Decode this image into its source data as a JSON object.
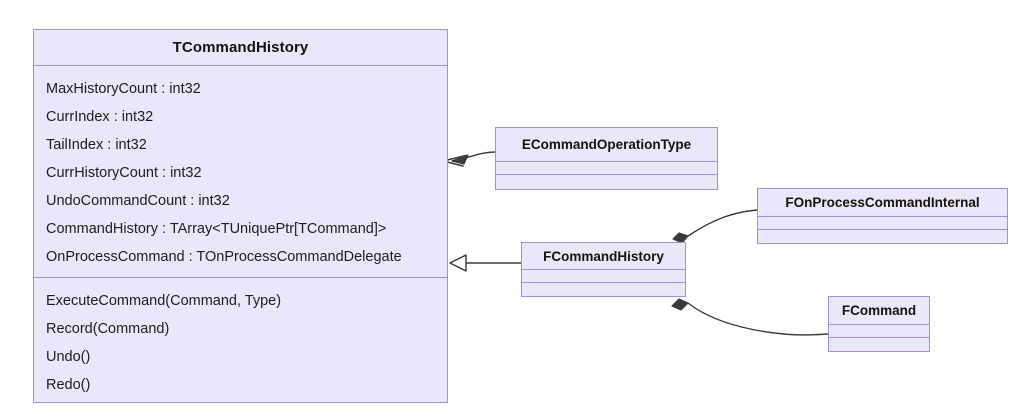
{
  "diagram": {
    "type": "uml-class-diagram",
    "background": "#ffffff",
    "box_fill": "#e9e8fa",
    "box_border": "#a78bdd",
    "connector_color": "#3a3a3a",
    "classes": [
      {
        "id": "tcommandhistory",
        "name": "TCommandHistory",
        "attributes": [
          "MaxHistoryCount : int32",
          "CurrIndex : int32",
          "TailIndex : int32",
          "CurrHistoryCount : int32",
          "UndoCommandCount : int32",
          "CommandHistory : TArray<TUniquePtr[TCommand]>",
          "OnProcessCommand : TOnProcessCommandDelegate"
        ],
        "methods": [
          "ExecuteCommand(Command, Type)",
          "Record(Command)",
          "Undo()",
          "Redo()"
        ]
      },
      {
        "id": "ecommandoperationtype",
        "name": "ECommandOperationType",
        "attributes": [],
        "methods": []
      },
      {
        "id": "fcommandhistory",
        "name": "FCommandHistory",
        "attributes": [],
        "methods": []
      },
      {
        "id": "fonprocesscommandinternal",
        "name": "FOnProcessCommandInternal",
        "attributes": [],
        "methods": []
      },
      {
        "id": "fcommand",
        "name": "FCommand",
        "attributes": [],
        "methods": []
      }
    ],
    "connectors": [
      {
        "id": "dependency-ecommandoperationtype-to-tcommandhistory",
        "from": "ecommandoperationtype",
        "to": "tcommandhistory",
        "kind": "dependency",
        "end_marker": "open-arrow"
      },
      {
        "id": "generalization-fcommandhistory-to-tcommandhistory",
        "from": "fcommandhistory",
        "to": "tcommandhistory",
        "kind": "generalization",
        "end_marker": "hollow-triangle"
      },
      {
        "id": "composition-fcommandhistory-to-fonprocesscommandinternal",
        "from": "fcommandhistory",
        "to": "fonprocesscommandinternal",
        "kind": "composition",
        "end_marker": "filled-diamond"
      },
      {
        "id": "composition-fcommandhistory-to-fcommand",
        "from": "fcommandhistory",
        "to": "fcommand",
        "kind": "composition",
        "end_marker": "filled-diamond"
      }
    ]
  }
}
